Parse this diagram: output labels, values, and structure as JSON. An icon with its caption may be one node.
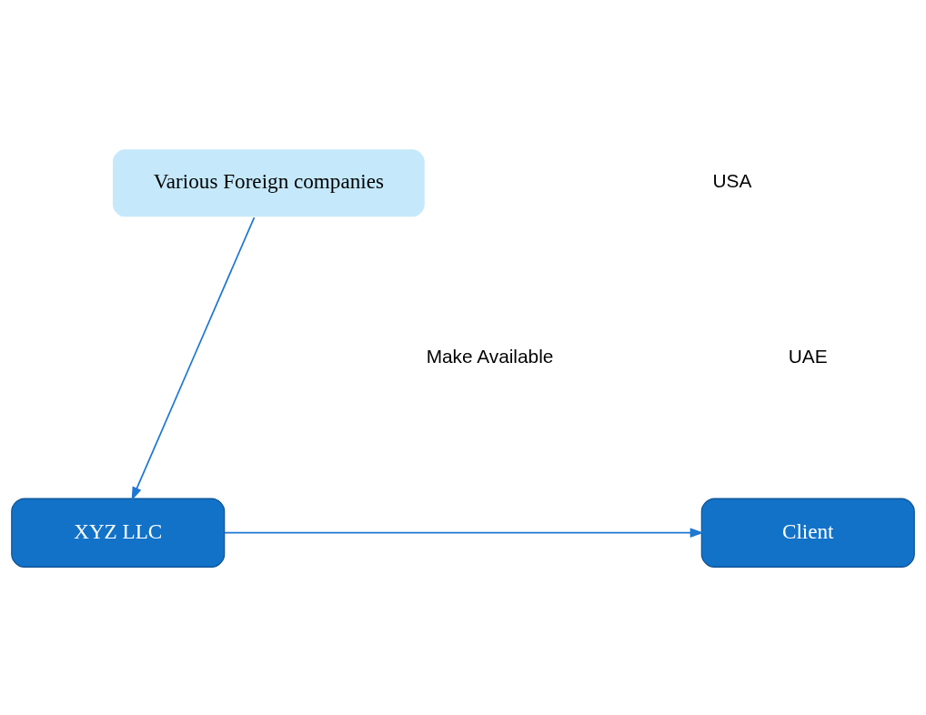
{
  "diagram": {
    "nodes": [
      {
        "text": [
          "Various Foreign companies"
        ]
      },
      {
        "text": [
          "XYZ LLC"
        ]
      },
      {
        "text": [
          "Client"
        ]
      }
    ],
    "edges": [
      {
        "from": 0,
        "to": 1,
        "arrow": "to"
      },
      {
        "from": 1,
        "to": 2,
        "arrow": "to"
      }
    ],
    "labels": [
      "USA",
      "UAE",
      "Make Available"
    ]
  }
}
